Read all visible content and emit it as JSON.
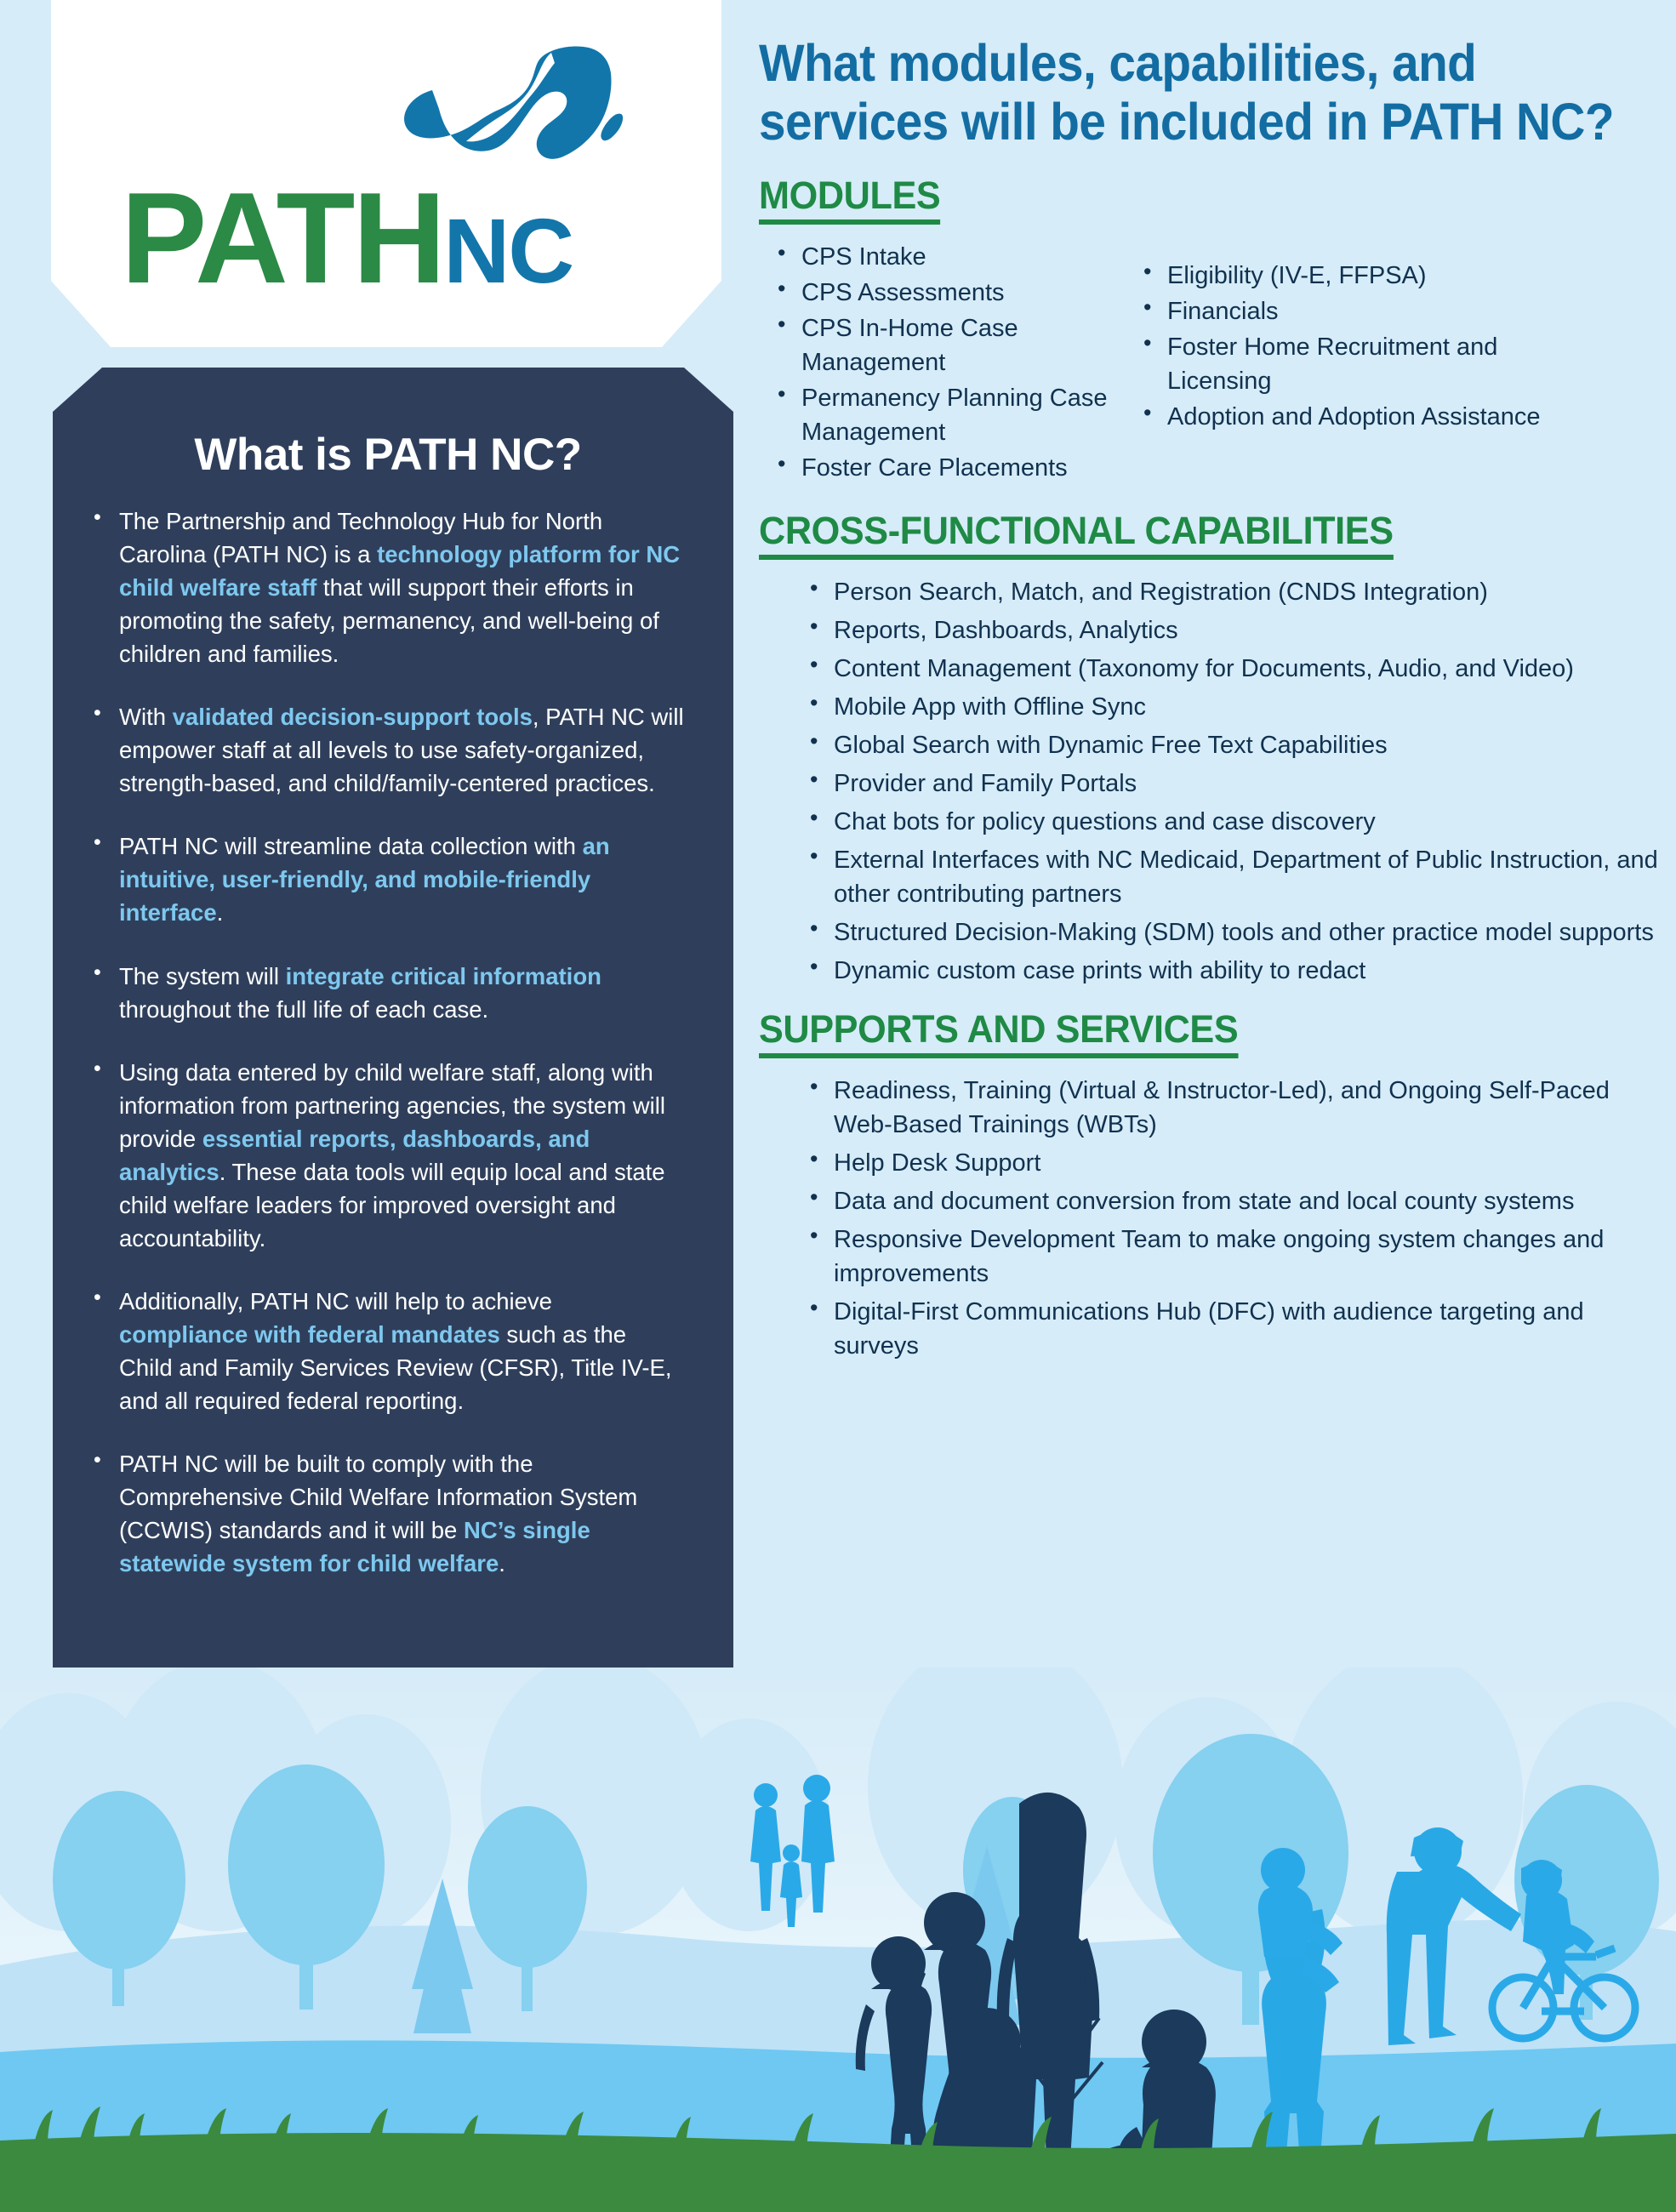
{
  "logo": {
    "path_text": "PATH",
    "nc_text": "NC",
    "map_label": "north-carolina-map"
  },
  "headline": "What modules, capabilities, and services will be included in PATH NC?",
  "left_panel": {
    "title": "What is PATH NC?",
    "bullets": [
      {
        "segments": [
          {
            "text": "The Partnership and Technology Hub for North Carolina (PATH NC) is a ",
            "style": "normal"
          },
          {
            "text": "technology platform for NC child welfare staff",
            "style": "highlight"
          },
          {
            "text": " that will support their efforts in promoting the safety, permanency, and well-being of children and families.",
            "style": "normal"
          }
        ]
      },
      {
        "segments": [
          {
            "text": "With ",
            "style": "normal"
          },
          {
            "text": "validated decision-support tools",
            "style": "highlight"
          },
          {
            "text": ", PATH NC will empower staff at all levels to use safety-organized, strength-based, and child/family-centered practices.",
            "style": "normal"
          }
        ]
      },
      {
        "segments": [
          {
            "text": "PATH NC will streamline data collection with ",
            "style": "normal"
          },
          {
            "text": "an intuitive, user-friendly, and mobile-friendly interface",
            "style": "highlight"
          },
          {
            "text": ".",
            "style": "normal"
          }
        ]
      },
      {
        "segments": [
          {
            "text": "The system will ",
            "style": "normal"
          },
          {
            "text": "integrate critical information",
            "style": "highlight"
          },
          {
            "text": " throughout the full life of each case.",
            "style": "normal"
          }
        ]
      },
      {
        "segments": [
          {
            "text": "Using data entered by child welfare staff, along with information from partnering agencies, the system will provide ",
            "style": "normal"
          },
          {
            "text": "essential reports, dashboards, and analytics",
            "style": "highlight"
          },
          {
            "text": ". These data tools will equip local and state child welfare leaders for improved oversight and accountability.",
            "style": "normal"
          }
        ]
      },
      {
        "segments": [
          {
            "text": "Additionally, PATH NC will help to achieve ",
            "style": "normal"
          },
          {
            "text": "compliance with federal mandates",
            "style": "highlight"
          },
          {
            "text": " such as the Child and Family Services Review (CFSR), Title IV-E, and all required federal reporting.",
            "style": "normal"
          }
        ]
      },
      {
        "segments": [
          {
            "text": "PATH NC will be built to comply with the Comprehensive Child Welfare Information System (CCWIS) standards and it will be ",
            "style": "normal"
          },
          {
            "text": "NC’s single statewide system for child welfare",
            "style": "highlight"
          },
          {
            "text": ".",
            "style": "normal"
          }
        ]
      }
    ]
  },
  "sections": {
    "modules": {
      "heading": "MODULES",
      "column_a": [
        "CPS Intake",
        "CPS Assessments",
        "CPS In-Home Case Management",
        "Permanency Planning Case Management",
        "Foster Care Placements"
      ],
      "column_b": [
        "Eligibility (IV-E, FFPSA)",
        "Financials",
        "Foster Home Recruitment and Licensing",
        "Adoption and Adoption Assistance"
      ]
    },
    "capabilities": {
      "heading": "CROSS-FUNCTIONAL CAPABILITIES",
      "items": [
        "Person Search, Match, and Registration (CNDS Integration)",
        "Reports, Dashboards, Analytics",
        "Content Management (Taxonomy for Documents, Audio, and Video)",
        "Mobile App with Offline Sync",
        "Global Search with Dynamic Free Text Capabilities",
        "Provider and Family Portals",
        "Chat bots for policy questions and case discovery",
        "External Interfaces with NC Medicaid, Department of Public Instruction, and other contributing partners",
        "Structured Decision-Making (SDM) tools and other practice model supports",
        "Dynamic custom case prints with ability to redact"
      ]
    },
    "supports": {
      "heading": "SUPPORTS AND SERVICES",
      "items": [
        "Readiness, Training (Virtual & Instructor-Led), and Ongoing Self-Paced Web-Based Trainings (WBTs)",
        "Help Desk Support",
        "Data and document conversion from state and local county systems",
        "Responsive Development Team to make ongoing system changes and improvements",
        "Digital-First Communications Hub (DFC) with audience targeting and surveys"
      ]
    }
  },
  "illustration": {
    "name": "park-family-scene",
    "description": "Blue silhouette park scene with families, trees, a child on a bicycle, a person planting a tree, and a parent lifting a child",
    "figures": [
      "mother-with-two-children",
      "adult-helping-child-on-bicycle",
      "couple-with-child-distant",
      "adult-planting-tree-with-child",
      "parent-lifting-child"
    ]
  },
  "colors": {
    "background": "#d6ecf8",
    "panel_dark": "#2f3f5b",
    "headline_blue": "#136da3",
    "section_green": "#1f8a45",
    "highlight_blue": "#7ec8ef",
    "body_navy": "#11314f",
    "logo_green": "#2b8a45",
    "logo_blue": "#1276ab",
    "grass_green": "#3b8a3f"
  }
}
